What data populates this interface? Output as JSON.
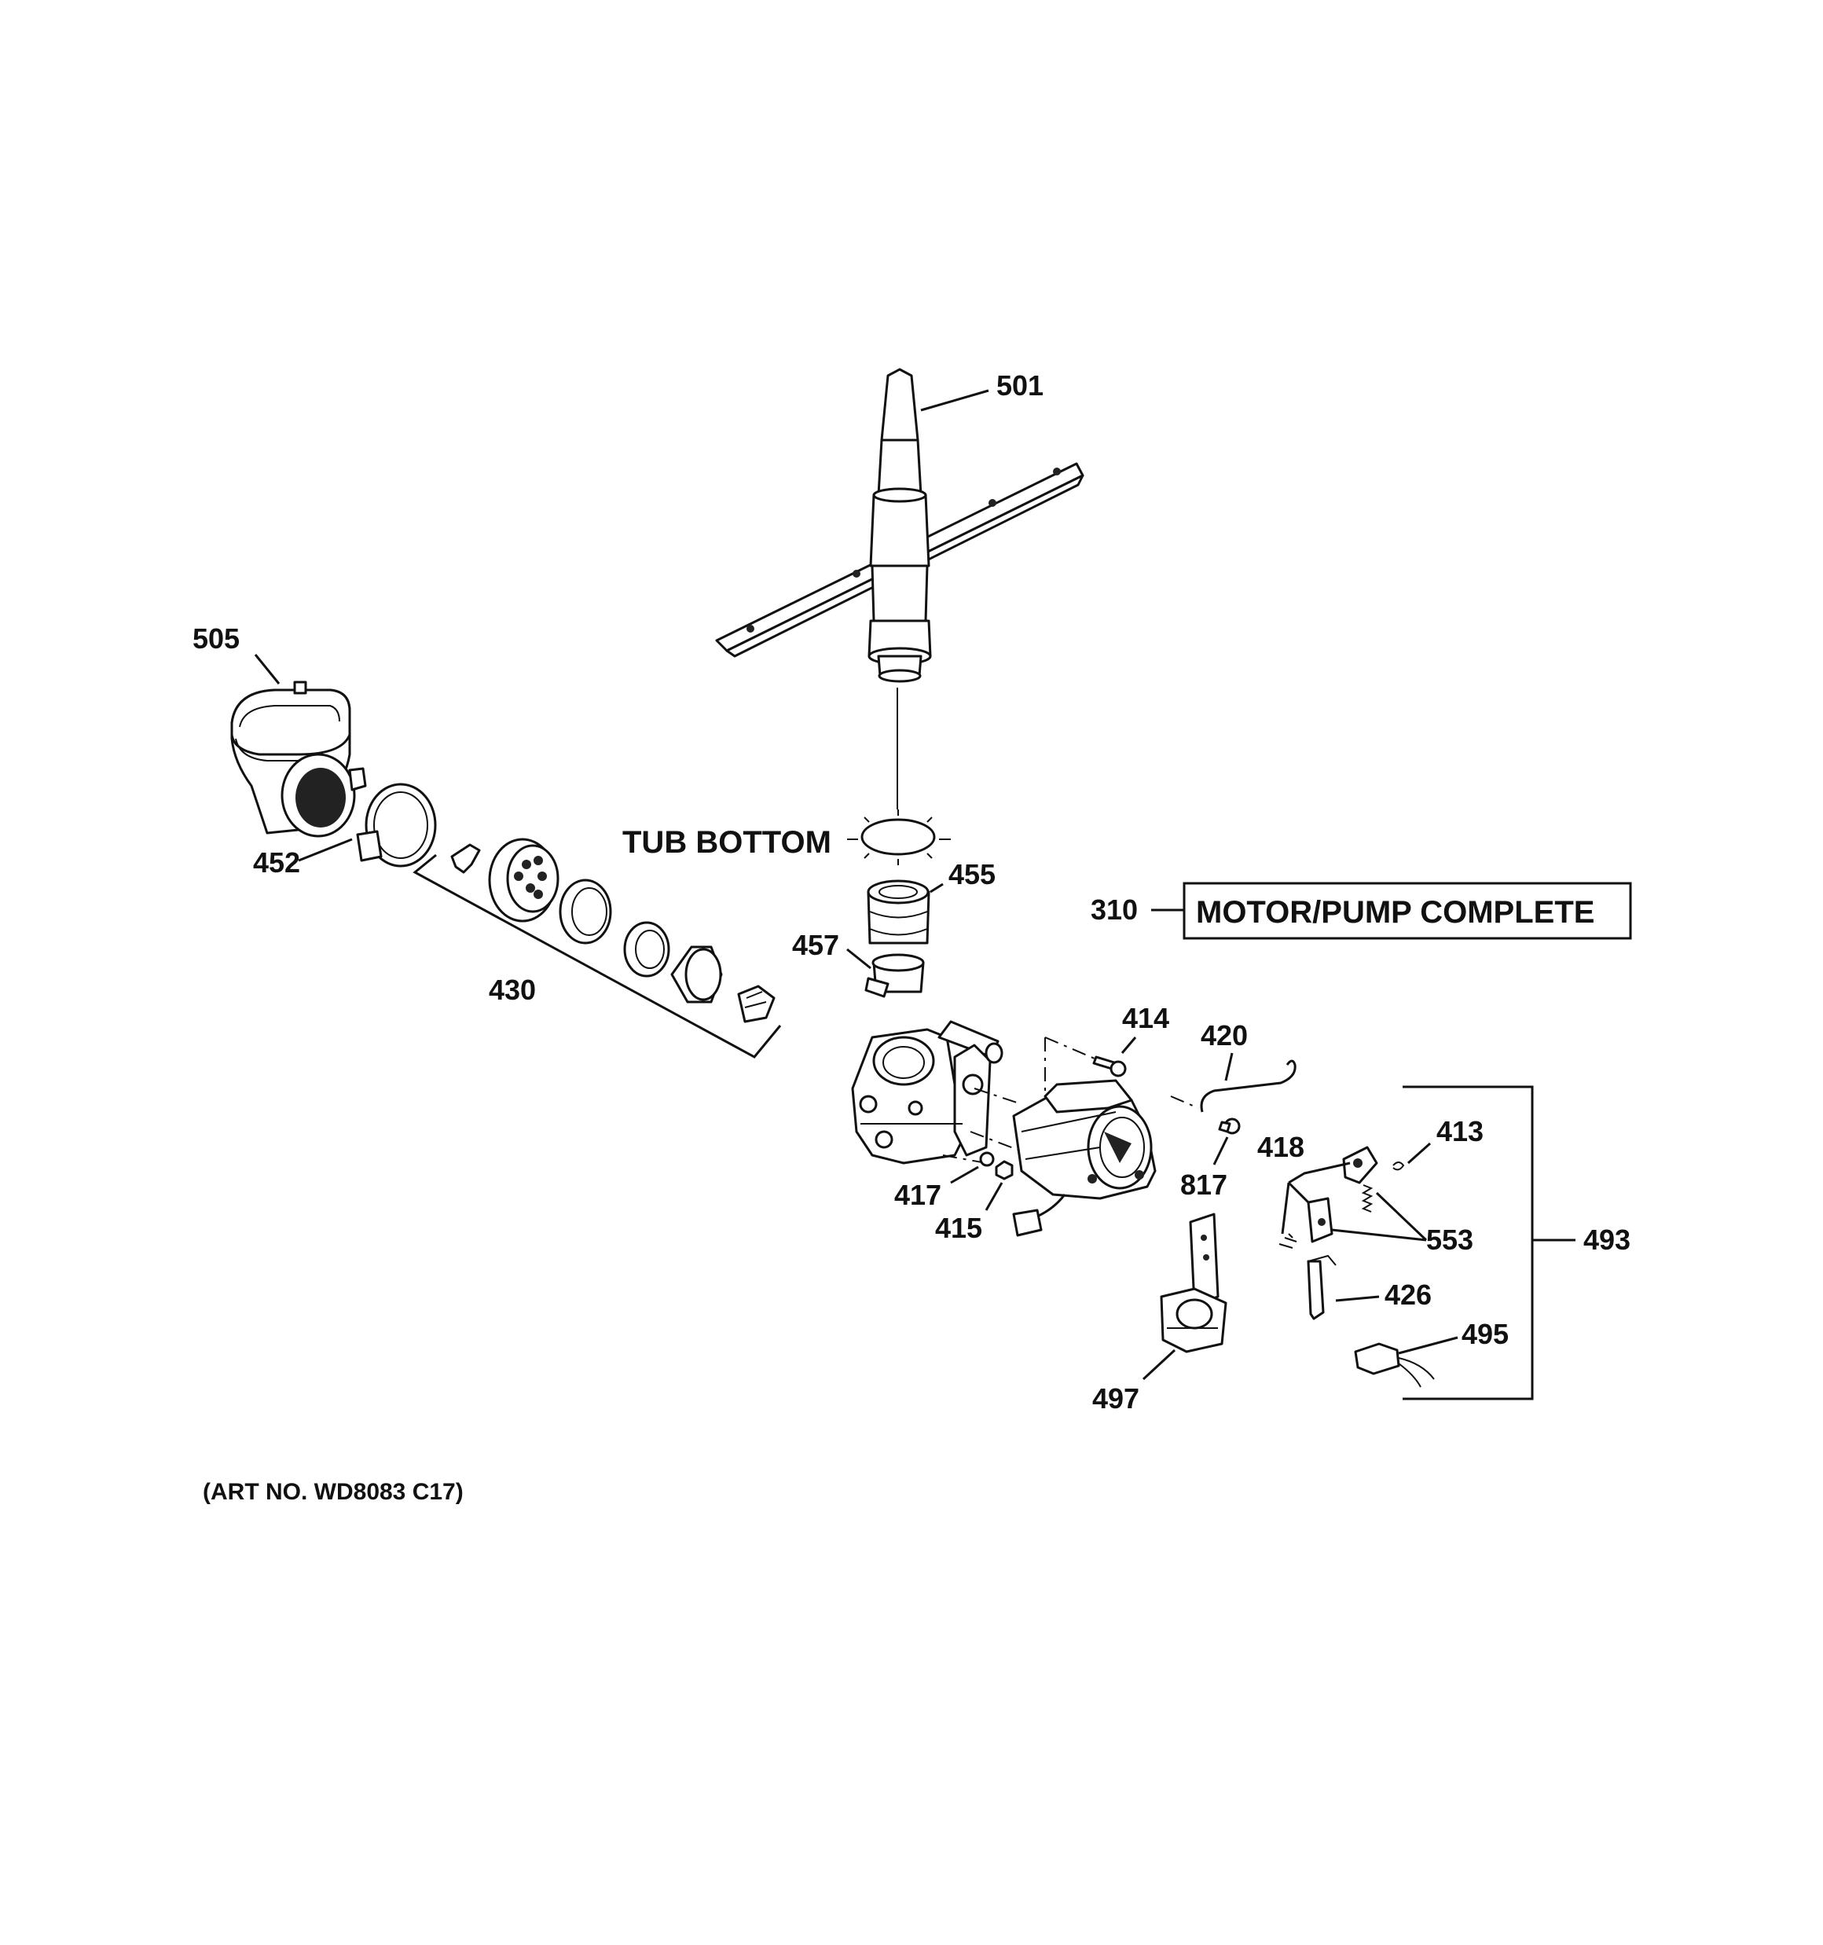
{
  "callouts": {
    "c501": "501",
    "c505": "505",
    "c452": "452",
    "c430": "430",
    "c455": "455",
    "c457": "457",
    "c310": "310",
    "c414": "414",
    "c420": "420",
    "c413": "413",
    "c418": "418",
    "c817": "817",
    "c417": "417",
    "c415": "415",
    "c553": "553",
    "c493": "493",
    "c426": "426",
    "c495": "495",
    "c497": "497"
  },
  "text": {
    "tub_bottom": "TUB BOTTOM",
    "motor_pump": "MOTOR/PUMP COMPLETE",
    "art_no": "(ART NO. WD8083 C17)"
  }
}
